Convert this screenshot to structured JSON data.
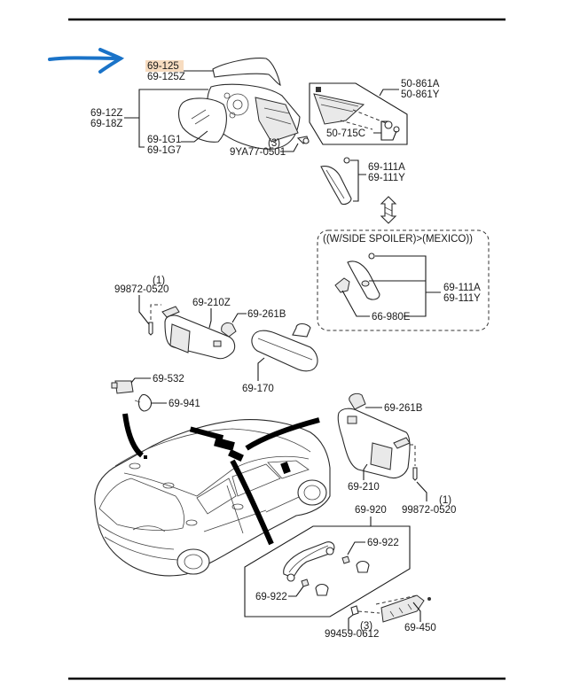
{
  "diagram": {
    "highlight_color": "#f7dcc0",
    "arrow_color": "#1a73c8",
    "groups": {
      "door_mirror": {
        "cover_labels": [
          "69-125",
          "69-125Z"
        ],
        "highlighted_part": "69-125",
        "assembly_labels": [
          "69-12Z",
          "69-18Z"
        ],
        "glass_labels": [
          "69-1G1",
          "69-1G7"
        ],
        "screw_qty": "(3)",
        "screw_label": "9YA77-0501"
      },
      "mirror_garnish": {
        "garnish_labels": [
          "50-861A",
          "50-861Y"
        ],
        "clip_label": "50-715C"
      },
      "pillar_trim": {
        "labels": [
          "69-111A",
          "69-111Y"
        ]
      },
      "spoiler_variant": {
        "condition": "((W/SIDE SPOILER)>(MEXICO))",
        "labels": [
          "69-111A",
          "69-111Y"
        ],
        "clip_label": "66-980E"
      },
      "sunvisor_left": {
        "screw_qty": "(1)",
        "screw_label": "99872-0520",
        "visor_label": "69-210Z",
        "holder_label": "69-261B"
      },
      "rear_view_mirror": {
        "label": "69-170"
      },
      "map_lamp": {
        "lamp_label": "69-532",
        "cover_label": "69-941"
      },
      "sunvisor_right": {
        "holder_label": "69-261B",
        "visor_label": "69-210",
        "screw_qty": "(1)",
        "screw_label": "99872-0520"
      },
      "assist_grip": {
        "set_label": "69-920",
        "cap_label_top": "69-922",
        "cap_label_bottom": "69-922",
        "bracket_label": "69-450",
        "screw_qty": "(3)",
        "screw_label": "99459-0612"
      }
    }
  }
}
